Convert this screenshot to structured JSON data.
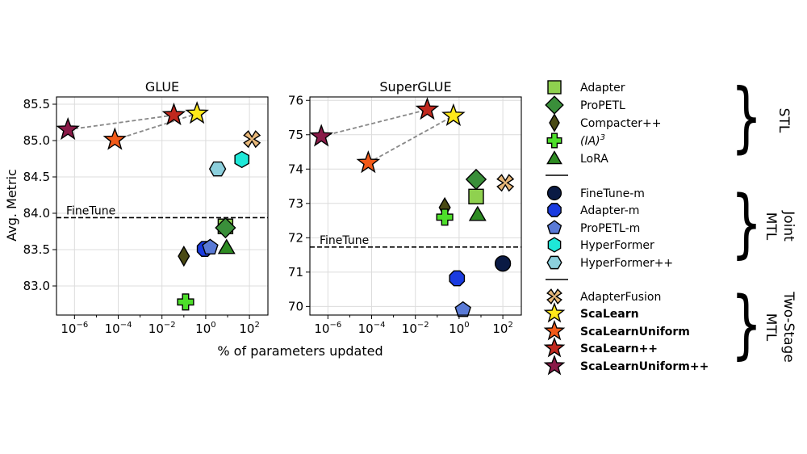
{
  "figure": {
    "ylabel": "Avg. Metric",
    "xlabel": "% of parameters updated",
    "groups": [
      {
        "label": "STL"
      },
      {
        "label": "Joint MTL"
      },
      {
        "label": "Two-Stage MTL"
      }
    ],
    "colors": {
      "Adapter": "#8fd14f",
      "ProPETL": "#3a8f3a",
      "Compacter++": "#4a4a14",
      "(IA)^3": "#4dde2a",
      "LoRA": "#2e8b22",
      "FineTune-m": "#0a1a44",
      "Adapter-m": "#1a3be0",
      "ProPETL-m": "#5a7ad6",
      "HyperFormer": "#1ee8d8",
      "HyperFormer++": "#8ccfdc",
      "AdapterFusion": "#e8b87a",
      "ScaLearn": "#ffe81a",
      "ScaLearnUniform": "#f25a18",
      "ScaLearn++": "#c0281e",
      "ScaLearnUniform++": "#8a1a48"
    }
  },
  "legend": {
    "entries": [
      {
        "name": "Adapter",
        "label": "Adapter",
        "marker": "square",
        "bold": false,
        "group": "STL"
      },
      {
        "name": "ProPETL",
        "label": "ProPETL",
        "marker": "diamond",
        "bold": false,
        "group": "STL"
      },
      {
        "name": "Compacter++",
        "label": "Compacter++",
        "marker": "thin-diamond",
        "bold": false,
        "group": "STL"
      },
      {
        "name": "(IA)^3",
        "label_main": "(IA)",
        "label_sup": "3",
        "marker": "plus",
        "bold": false,
        "group": "STL"
      },
      {
        "name": "LoRA",
        "label": "LoRA",
        "marker": "triangle",
        "bold": false,
        "group": "STL"
      },
      {
        "name": "FineTune-m",
        "label": "FineTune-m",
        "marker": "circle",
        "bold": false,
        "group": "Joint MTL"
      },
      {
        "name": "Adapter-m",
        "label": "Adapter-m",
        "marker": "octagon",
        "bold": false,
        "group": "Joint MTL"
      },
      {
        "name": "ProPETL-m",
        "label": "ProPETL-m",
        "marker": "pentagon",
        "bold": false,
        "group": "Joint MTL"
      },
      {
        "name": "HyperFormer",
        "label": "HyperFormer",
        "marker": "hexagon",
        "bold": false,
        "group": "Joint MTL"
      },
      {
        "name": "HyperFormer++",
        "label": "HyperFormer++",
        "marker": "hexagon2",
        "bold": false,
        "group": "Joint MTL"
      },
      {
        "name": "AdapterFusion",
        "label": "AdapterFusion",
        "marker": "x",
        "bold": false,
        "group": "Two-Stage MTL"
      },
      {
        "name": "ScaLearn",
        "label": "ScaLearn",
        "marker": "star",
        "bold": true,
        "group": "Two-Stage MTL"
      },
      {
        "name": "ScaLearnUniform",
        "label": "ScaLearnUniform",
        "marker": "star",
        "bold": true,
        "group": "Two-Stage MTL"
      },
      {
        "name": "ScaLearn++",
        "label": "ScaLearn++",
        "marker": "star",
        "bold": true,
        "group": "Two-Stage MTL"
      },
      {
        "name": "ScaLearnUniform++",
        "label": "ScaLearnUniform++",
        "marker": "star",
        "bold": true,
        "group": "Two-Stage MTL"
      }
    ]
  },
  "chart_data": [
    {
      "type": "scatter",
      "title": "GLUE",
      "xlabel": "% of parameters updated",
      "ylabel": "Avg. Metric",
      "xscale": "log",
      "xlim": [
        1.5e-07,
        700
      ],
      "ylim": [
        82.6,
        85.6
      ],
      "xticks": [
        1e-06,
        0.0001,
        0.01,
        1,
        100
      ],
      "xtick_labels": [
        {
          "base": "10",
          "exp": "−6"
        },
        {
          "base": "10",
          "exp": "−4"
        },
        {
          "base": "10",
          "exp": "−2"
        },
        {
          "base": "10",
          "exp": "0"
        },
        {
          "base": "10",
          "exp": "2"
        }
      ],
      "yticks": [
        83.0,
        83.5,
        84.0,
        84.5,
        85.0,
        85.5
      ],
      "ytick_labels": [
        "83.0",
        "83.5",
        "84.0",
        "84.5",
        "85.0",
        "85.5"
      ],
      "grid": true,
      "reference_line": {
        "label": "FineTune",
        "y": 83.94,
        "style": "dashed"
      },
      "connections": [
        {
          "from": "ScaLearnUniform++",
          "to": "ScaLearn++"
        },
        {
          "from": "ScaLearnUniform",
          "to": "ScaLearn"
        }
      ],
      "series": [
        {
          "name": "Adapter",
          "x": 8,
          "y": 83.82
        },
        {
          "name": "ProPETL",
          "x": 8,
          "y": 83.8
        },
        {
          "name": "Compacter++",
          "x": 0.1,
          "y": 83.41
        },
        {
          "name": "(IA)^3",
          "x": 0.12,
          "y": 82.78
        },
        {
          "name": "LoRA",
          "x": 9,
          "y": 83.53
        },
        {
          "name": "Adapter-m",
          "x": 0.9,
          "y": 83.51
        },
        {
          "name": "ProPETL-m",
          "x": 1.6,
          "y": 83.53
        },
        {
          "name": "HyperFormer",
          "x": 45,
          "y": 84.74
        },
        {
          "name": "HyperFormer++",
          "x": 3.5,
          "y": 84.61
        },
        {
          "name": "AdapterFusion",
          "x": 130,
          "y": 85.02
        },
        {
          "name": "ScaLearn",
          "x": 0.4,
          "y": 85.37
        },
        {
          "name": "ScaLearnUniform",
          "x": 7e-05,
          "y": 85.01
        },
        {
          "name": "ScaLearn++",
          "x": 0.035,
          "y": 85.35
        },
        {
          "name": "ScaLearnUniform++",
          "x": 5e-07,
          "y": 85.15
        }
      ]
    },
    {
      "type": "scatter",
      "title": "SuperGLUE",
      "xlabel": "% of parameters updated",
      "ylabel": "",
      "xscale": "log",
      "xlim": [
        1.5e-07,
        700
      ],
      "ylim": [
        69.75,
        76.1
      ],
      "xticks": [
        1e-06,
        0.0001,
        0.01,
        1,
        100
      ],
      "xtick_labels": [
        {
          "base": "10",
          "exp": "−6"
        },
        {
          "base": "10",
          "exp": "−4"
        },
        {
          "base": "10",
          "exp": "−2"
        },
        {
          "base": "10",
          "exp": "0"
        },
        {
          "base": "10",
          "exp": "2"
        }
      ],
      "yticks": [
        70,
        71,
        72,
        73,
        74,
        75,
        76
      ],
      "ytick_labels": [
        "70",
        "71",
        "72",
        "73",
        "74",
        "75",
        "76"
      ],
      "grid": true,
      "reference_line": {
        "label": "FineTune",
        "y": 71.73,
        "style": "dashed"
      },
      "connections": [
        {
          "from": "ScaLearnUniform++",
          "to": "ScaLearn++"
        },
        {
          "from": "ScaLearnUniform",
          "to": "ScaLearn"
        }
      ],
      "series": [
        {
          "name": "Adapter",
          "x": 6,
          "y": 73.2
        },
        {
          "name": "ProPETL",
          "x": 6,
          "y": 73.7
        },
        {
          "name": "Compacter++",
          "x": 0.22,
          "y": 72.88
        },
        {
          "name": "(IA)^3",
          "x": 0.22,
          "y": 72.6
        },
        {
          "name": "LoRA",
          "x": 7,
          "y": 72.68
        },
        {
          "name": "FineTune-m",
          "x": 100,
          "y": 71.25
        },
        {
          "name": "Adapter-m",
          "x": 0.8,
          "y": 70.82
        },
        {
          "name": "ProPETL-m",
          "x": 1.5,
          "y": 69.9
        },
        {
          "name": "AdapterFusion",
          "x": 130,
          "y": 73.6
        },
        {
          "name": "ScaLearn",
          "x": 0.55,
          "y": 75.55
        },
        {
          "name": "ScaLearnUniform",
          "x": 7e-05,
          "y": 74.18
        },
        {
          "name": "ScaLearn++",
          "x": 0.035,
          "y": 75.73
        },
        {
          "name": "ScaLearnUniform++",
          "x": 5e-07,
          "y": 74.95
        }
      ]
    }
  ]
}
